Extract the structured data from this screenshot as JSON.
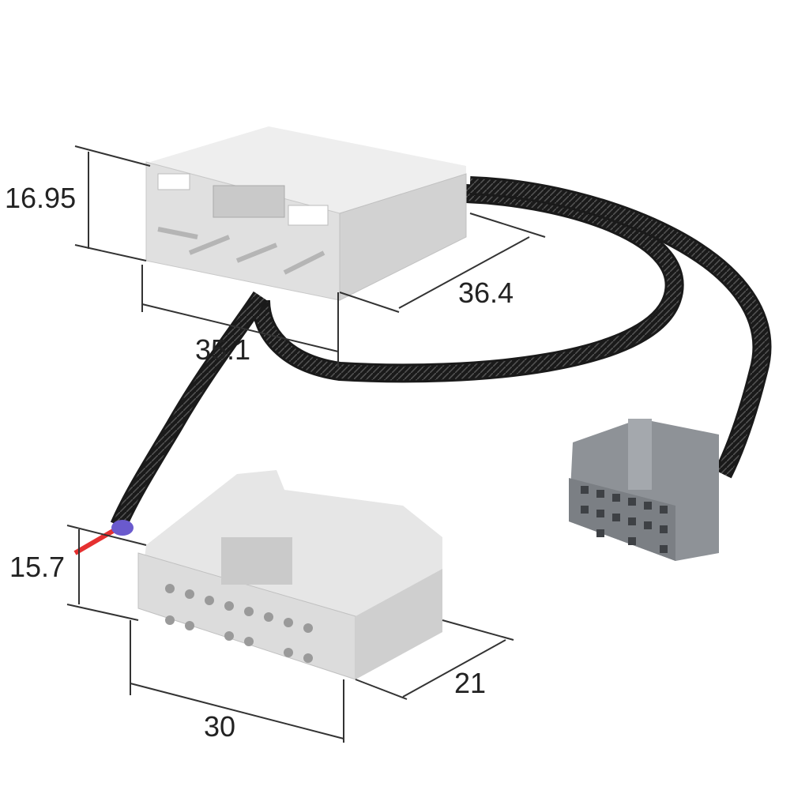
{
  "dimensions": {
    "top_connector_height": "16.95",
    "top_connector_depth": "36.4",
    "top_connector_width": "35.1",
    "bottom_connector_height": "15.7",
    "bottom_connector_width": "30",
    "bottom_connector_depth": "21"
  },
  "colors": {
    "connector_light": "#e2e2e2",
    "connector_gray": "#8e9297",
    "cable": "#1a1a1a",
    "wire_red": "#e53030"
  }
}
